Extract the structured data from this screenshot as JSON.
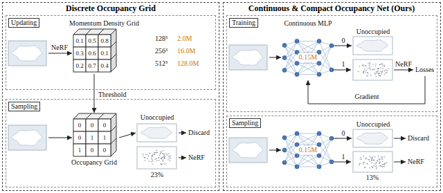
{
  "diagram": {
    "nodes": [
      {
        "text": [
          "Discrete Occupancy Grid"
        ]
      },
      {
        "text": [
          "Updating"
        ],
        "in": 0
      },
      {
        "text": [
          "Momentum Density Grid"
        ],
        "in": 1
      },
      {
        "text": [
          "Sampling"
        ],
        "in": 0
      },
      {
        "text": [
          "Occupancy Grid"
        ],
        "in": 3
      },
      {
        "text": [
          "Unoccupied"
        ],
        "in": 3
      },
      {
        "text": [
          "Continuous & Compact Occupancy Net (Ours)"
        ]
      },
      {
        "text": [
          "Training"
        ],
        "in": 6
      },
      {
        "text": [
          "Continuous MLP",
          "0.15M"
        ],
        "in": 7
      },
      {
        "text": [
          "Unoccupied"
        ],
        "in": 7
      },
      {
        "text": [
          "Sampling"
        ],
        "in": 6
      },
      {
        "text": [
          "0.15M"
        ],
        "in": 10
      },
      {
        "text": [
          "Unoccupied"
        ],
        "in": 10
      }
    ],
    "edges": [
      {
        "from": 2,
        "to": 4,
        "label": "Threshold",
        "arrow": "to"
      },
      {
        "from": 4,
        "to": 5,
        "arrow": "to"
      },
      {
        "from": 8,
        "to": 9,
        "label": "0",
        "arrow": "to"
      },
      {
        "from": 11,
        "to": 12,
        "label": "0",
        "arrow": "to"
      }
    ],
    "labels": [
      "NeRF",
      "128³",
      "2.0M",
      "256³",
      "16.0M",
      "512³",
      "128.0M",
      "0.1",
      "0.5",
      "0.8",
      "0.3",
      "0.6",
      "0.1",
      "0.2",
      "0.7",
      "0.4",
      "0",
      "0",
      "0",
      "0",
      "1",
      "1",
      "1",
      "0",
      "0",
      "Discard",
      "NeRF",
      "23%",
      "1",
      "NeRF",
      "Losses",
      "Gradient",
      "1",
      "Discard",
      "NeRF",
      "13%"
    ]
  }
}
